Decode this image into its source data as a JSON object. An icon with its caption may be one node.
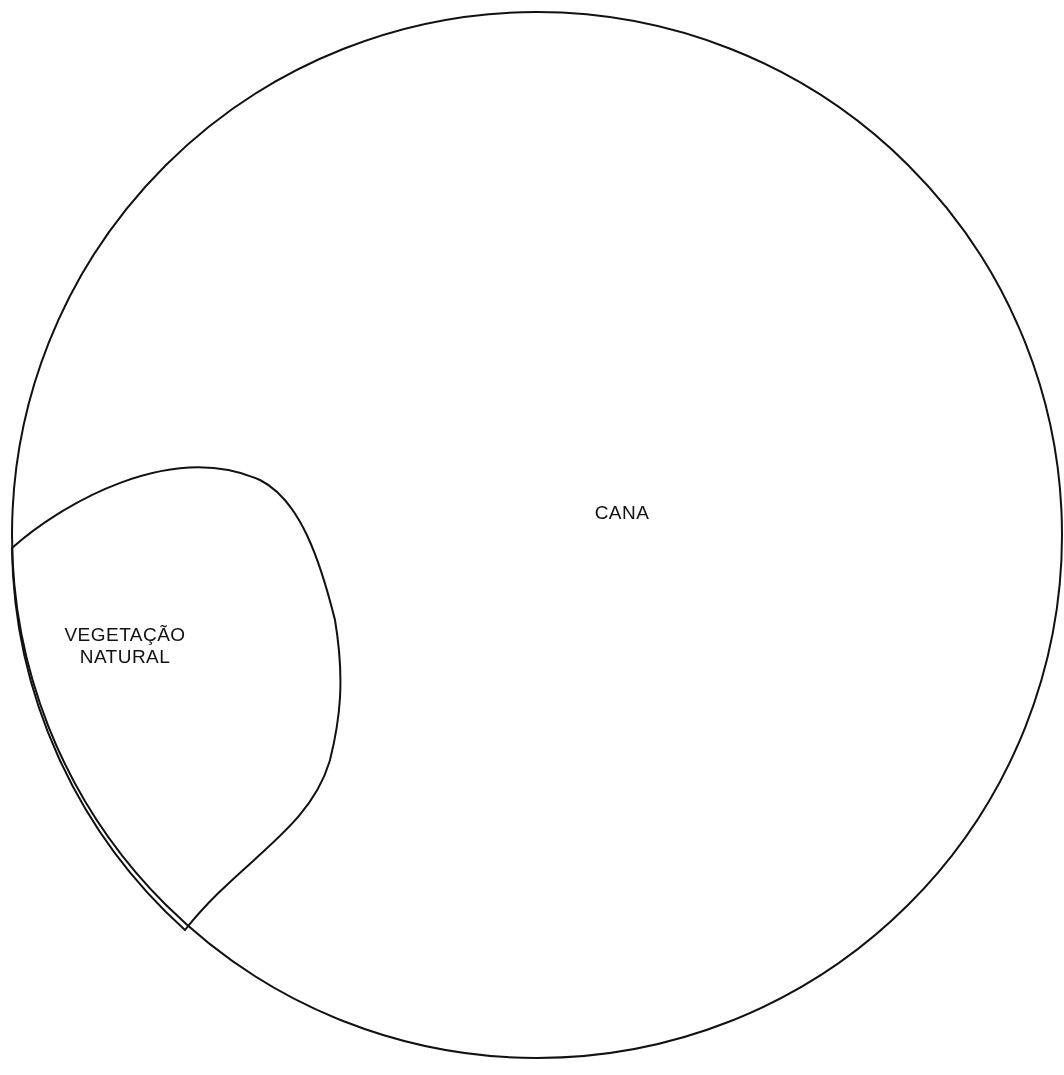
{
  "diagram": {
    "nodes": [
      {
        "text": [
          "CANA"
        ]
      },
      {
        "text": [
          "VEGETAÇÃO NATURAL"
        ],
        "in": 0
      }
    ]
  }
}
